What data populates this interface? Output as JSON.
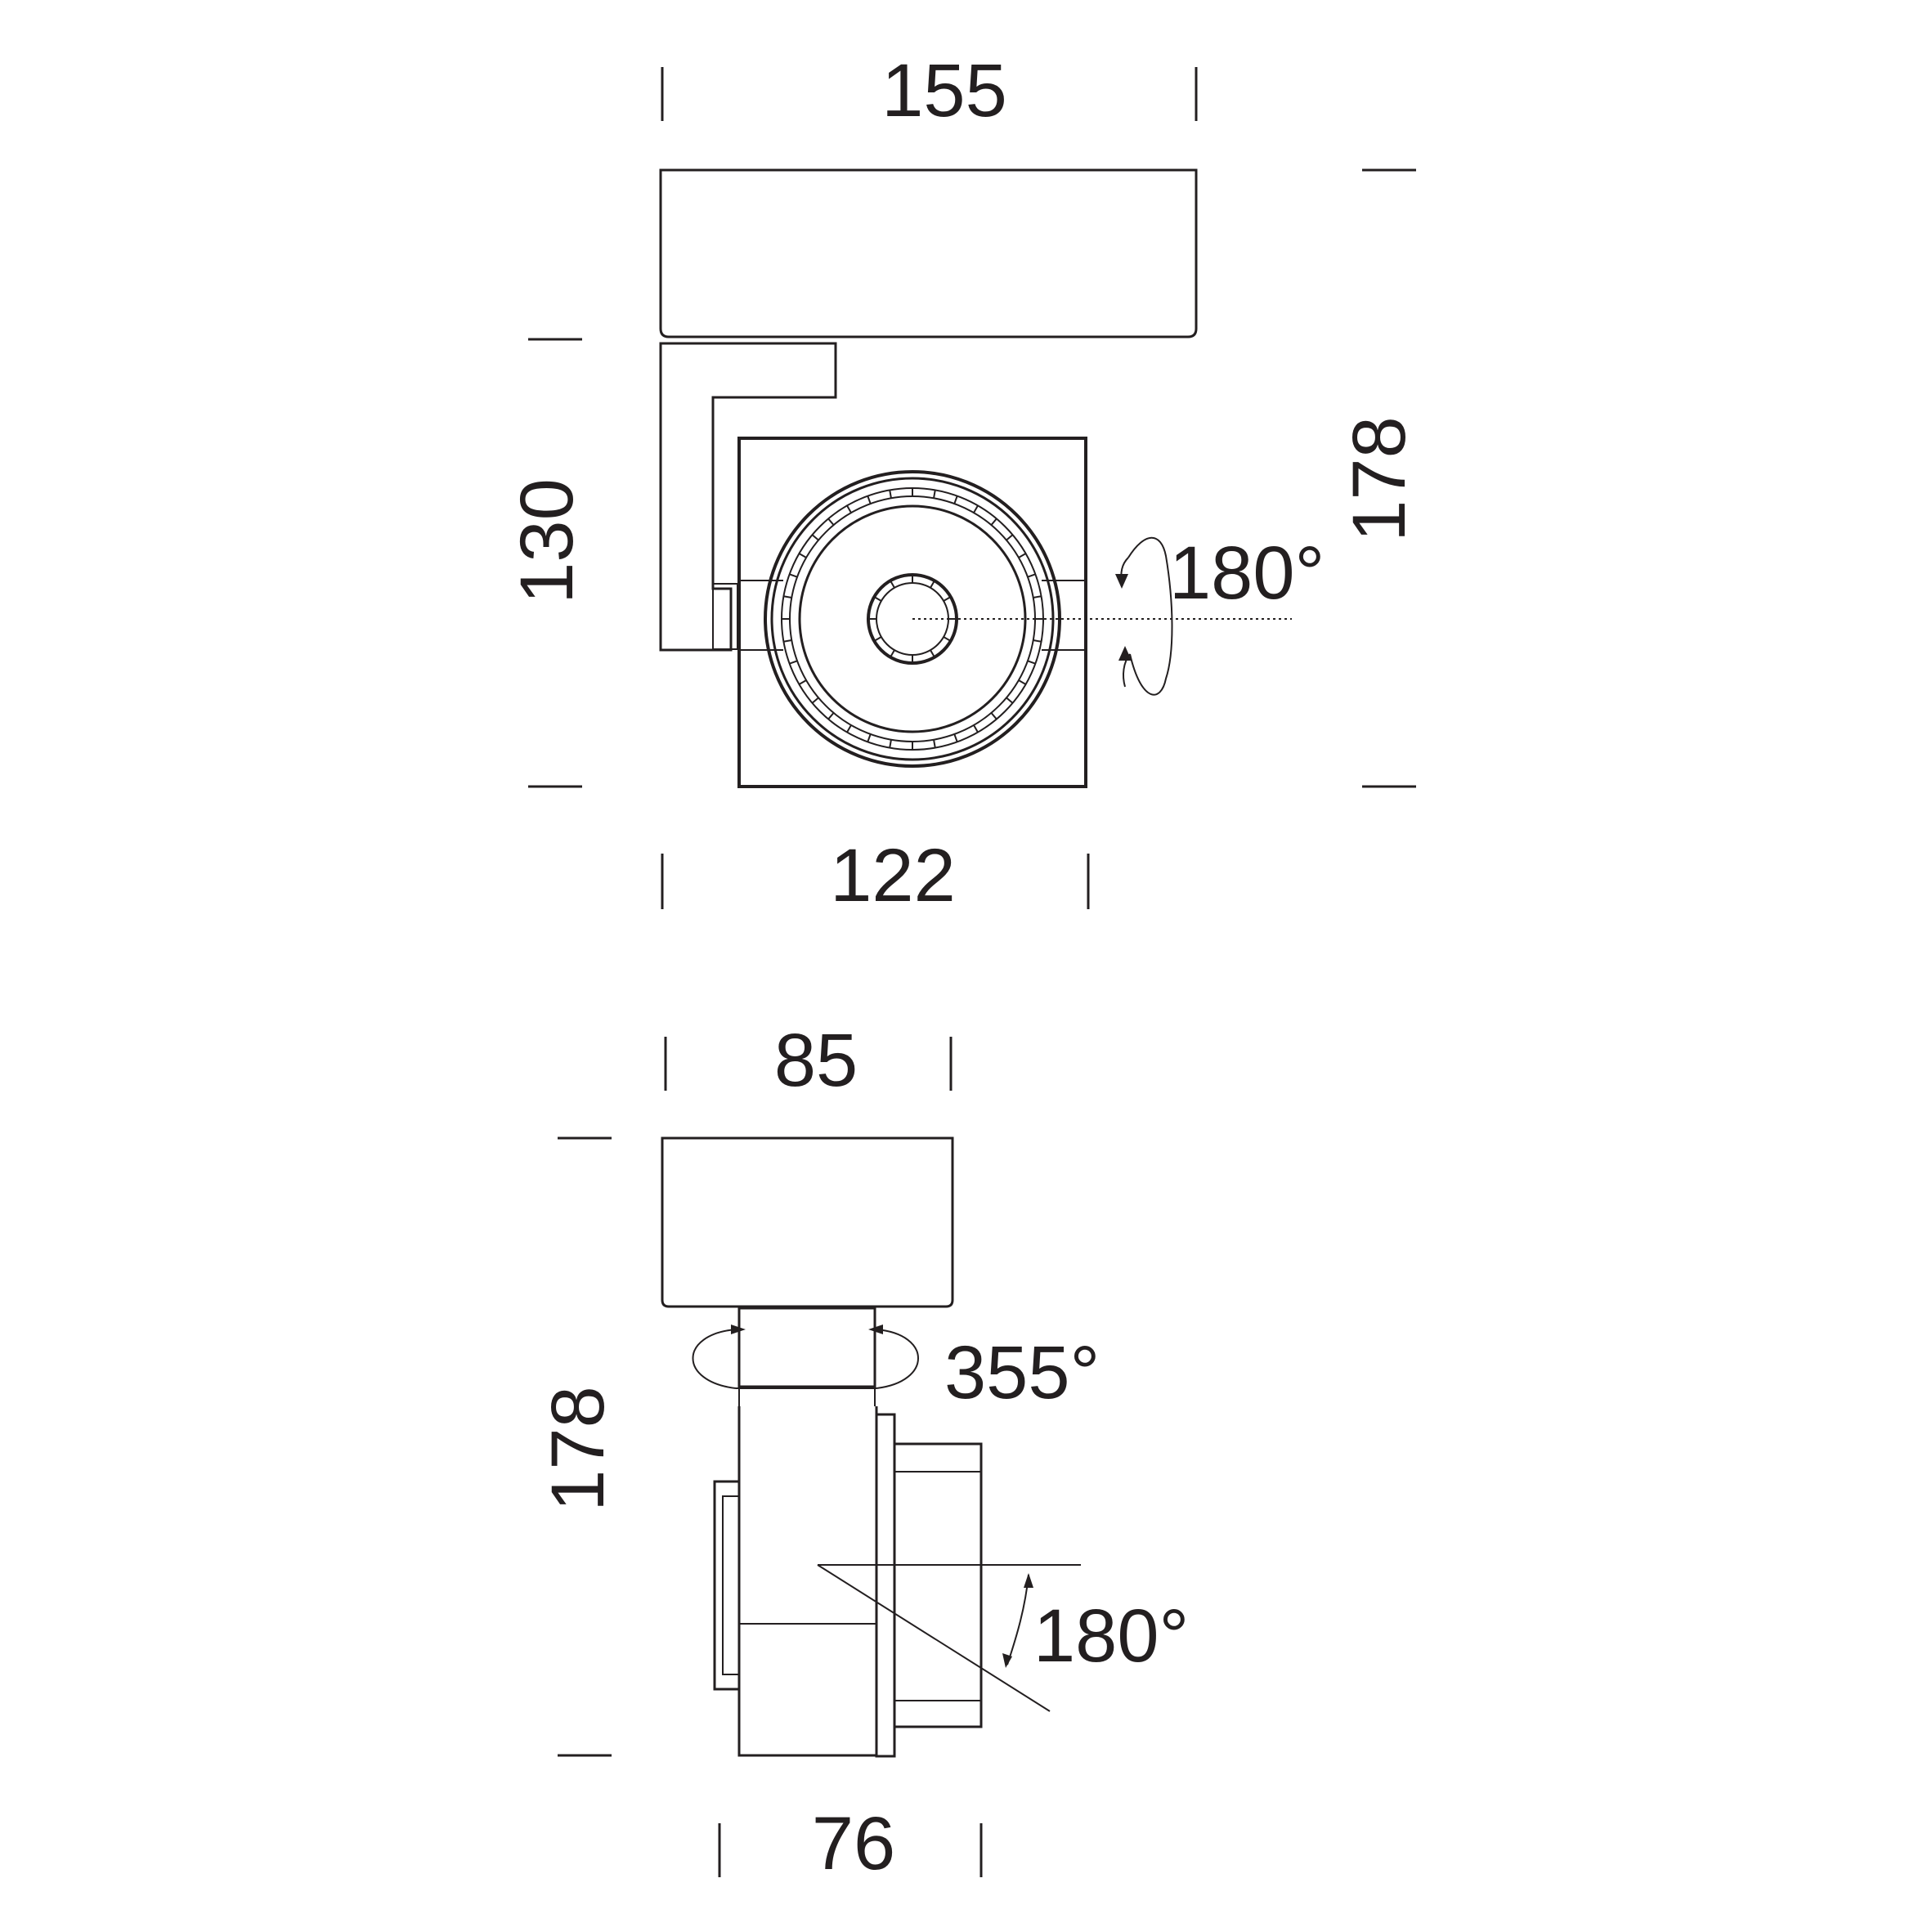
{
  "front_view": {
    "width_top": "155",
    "height_head": "130",
    "height_total": "178",
    "width_bottom": "122",
    "rotation": "180°"
  },
  "side_view": {
    "width_top": "85",
    "height_total": "178",
    "width_bottom": "76",
    "rotation_base": "355°",
    "tilt": "180°"
  },
  "colors": {
    "line": "#231f20",
    "background": "#ffffff"
  }
}
